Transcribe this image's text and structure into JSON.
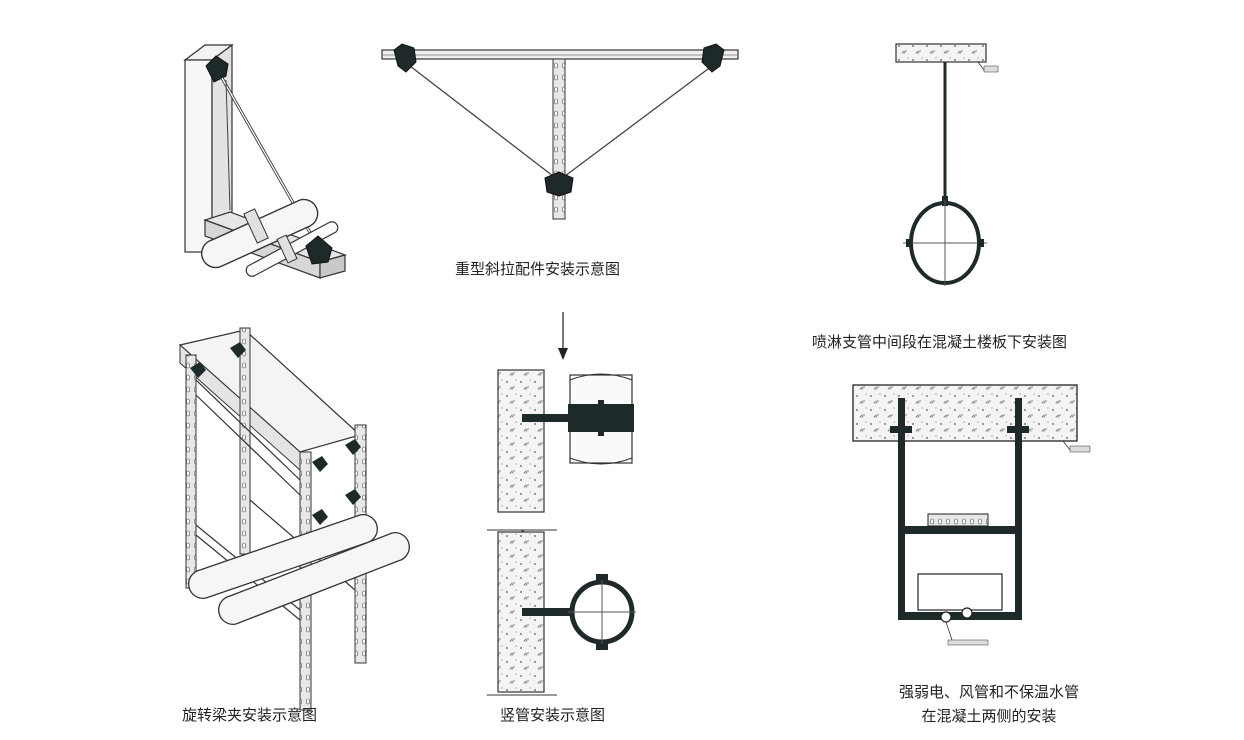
{
  "captions": {
    "heavy_diagonal": "重型斜拉配件安装示意图",
    "sprinkler_branch": "喷淋支管中间段在混凝土楼板下安装图",
    "rotating_beam_clamp": "旋转梁夹安装示意图",
    "riser": "竖管安装示意图",
    "duct_line1": "强弱电、风管和不保温水管",
    "duct_line2": "在混凝土两侧的安装"
  },
  "colors": {
    "line": "#2a2a2a",
    "dark_fill": "#1e2a2a",
    "concrete": "#f2f2f2",
    "channel": "#e9e9e9"
  }
}
